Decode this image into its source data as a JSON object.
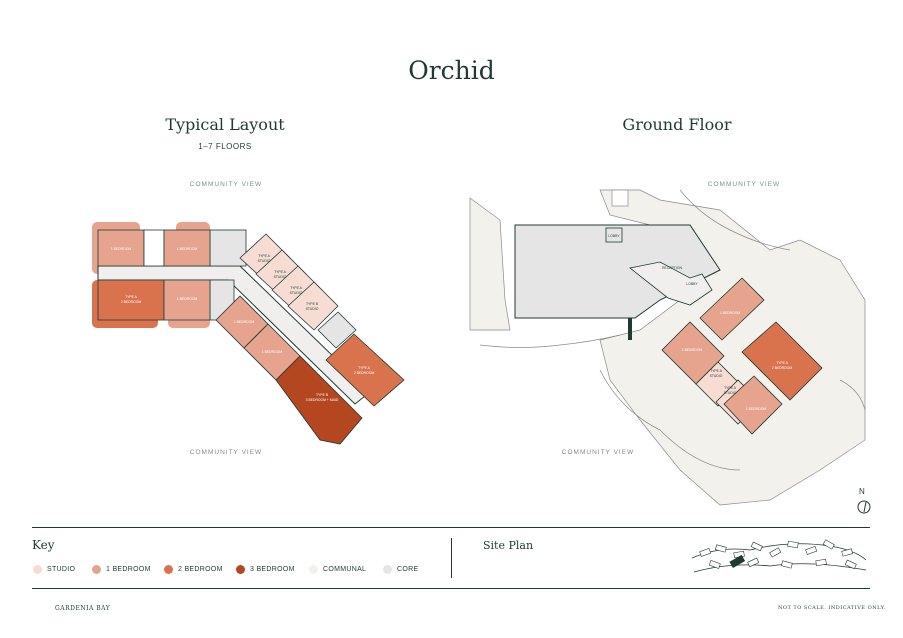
{
  "title": "Orchid",
  "typical": {
    "title": "Typical Layout",
    "subtitle": "1–7 FLOORS",
    "community_top": "COMMUNITY VIEW",
    "community_bottom": "COMMUNITY VIEW",
    "units": {
      "u1": "1 BEDROOM",
      "u2": "1 BEDROOM",
      "u3_a": "TYPE A",
      "u3_b": "2 BEDROOM",
      "u4": "1 BEDROOM",
      "s1_a": "TYPE A",
      "s1_b": "STUDIO",
      "s2_a": "TYPE A",
      "s2_b": "STUDIO",
      "s3_a": "TYPE A",
      "s3_b": "STUDIO",
      "s4_a": "TYPE B",
      "s4_b": "STUDIO",
      "u5": "1 BEDROOM",
      "u6": "1 BEDROOM",
      "u7_a": "TYPE A",
      "u7_b": "2 BEDROOM",
      "u8_a": "TYPE B",
      "u8_b": "3 BEDROOM + MAID"
    }
  },
  "ground": {
    "title": "Ground Floor",
    "community_top": "COMMUNITY VIEW",
    "community_bottom": "COMMUNITY VIEW",
    "labels": {
      "lobby1": "LOBBY",
      "reception": "RECEPTION",
      "lobby2": "LOBBY",
      "g1": "1 BEDROOM",
      "g2": "1 BEDROOM",
      "g3_a": "TYPE A",
      "g3_b": "2 BEDROOM",
      "g4_a": "TYPE A",
      "g4_b": "STUDIO",
      "g5_a": "TYPE A",
      "g5_b": "STUDIO",
      "g6": "1 BEDROOM"
    },
    "north": "N"
  },
  "key": {
    "title": "Key",
    "items": [
      {
        "label": "STUDIO",
        "color": "#f6dcd3"
      },
      {
        "label": "1 BEDROOM",
        "color": "#e6a48f"
      },
      {
        "label": "2 BEDROOM",
        "color": "#d9734e"
      },
      {
        "label": "3 BEDROOM",
        "color": "#b4471f"
      },
      {
        "label": "COMMUNAL",
        "color": "#f3f0ec"
      },
      {
        "label": "CORE",
        "color": "#e5e5e5"
      }
    ]
  },
  "site_plan": {
    "title": "Site Plan"
  },
  "footer": {
    "brand": "GARDENIA BAY",
    "note": "NOT TO SCALE. INDICATIVE ONLY."
  },
  "colors": {
    "text": "#1f3a33",
    "studio": "#f6dcd3",
    "one_bed": "#e6a48f",
    "two_bed": "#d9734e",
    "three_bed": "#b4471f",
    "communal": "#f3f0ec",
    "core": "#e5e5e5"
  }
}
